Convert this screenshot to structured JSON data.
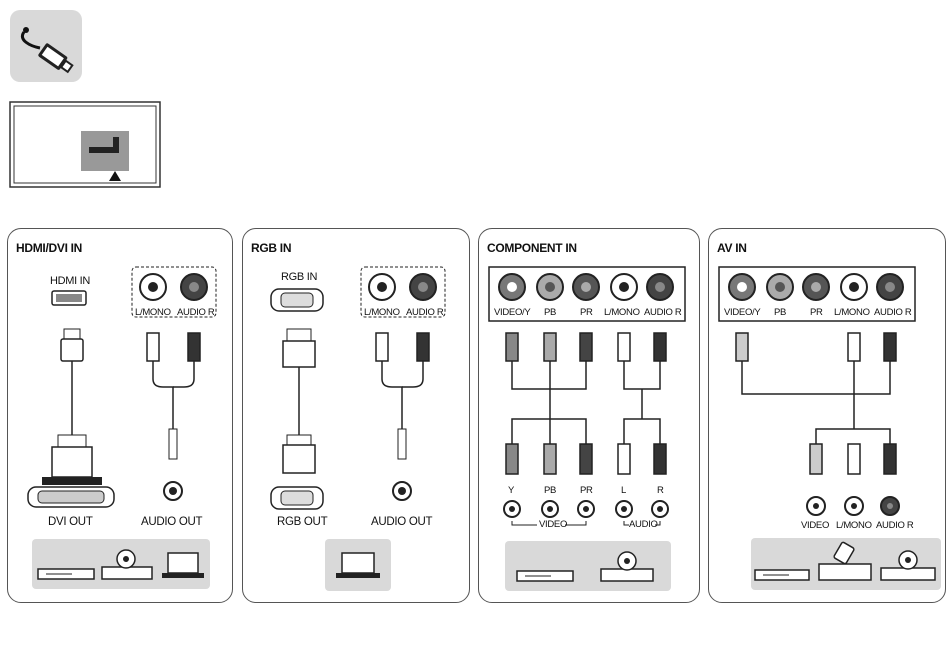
{
  "panels": [
    {
      "title": "HDMI/DVI IN",
      "port_label": "HDMI IN",
      "audio_labels": [
        "L/MONO",
        "AUDIO R"
      ],
      "source_labels": [
        "DVI OUT",
        "AUDIO OUT"
      ],
      "devices": [
        "set-top-box-icon",
        "dvd-player-icon",
        "laptop-icon"
      ]
    },
    {
      "title": "RGB IN",
      "port_label": "RGB IN",
      "audio_labels": [
        "L/MONO",
        "AUDIO R"
      ],
      "source_labels": [
        "RGB OUT",
        "AUDIO OUT"
      ],
      "devices": [
        "laptop-icon"
      ]
    },
    {
      "title": "COMPONENT IN",
      "jack_labels": [
        "VIDEO/Y",
        "PB",
        "PR",
        "L/MONO",
        "AUDIO R"
      ],
      "source_labels": [
        "Y",
        "PB",
        "PR",
        "L",
        "R"
      ],
      "group_labels": [
        "VIDEO",
        "AUDIO"
      ],
      "devices": [
        "set-top-box-icon",
        "dvd-player-icon"
      ]
    },
    {
      "title": "AV IN",
      "jack_labels": [
        "VIDEO/Y",
        "PB",
        "PR",
        "L/MONO",
        "AUDIO R"
      ],
      "source_labels": [
        "VIDEO",
        "L/MONO",
        "AUDIO R"
      ],
      "devices": [
        "set-top-box-icon",
        "camcorder-icon",
        "dvd-player-icon"
      ]
    }
  ],
  "colors": {
    "white_plug": "#ffffff",
    "red_plug": "#333333",
    "green_plug": "#777777",
    "blue_plug": "#555555",
    "panel_bg": "#d9d9d9"
  }
}
